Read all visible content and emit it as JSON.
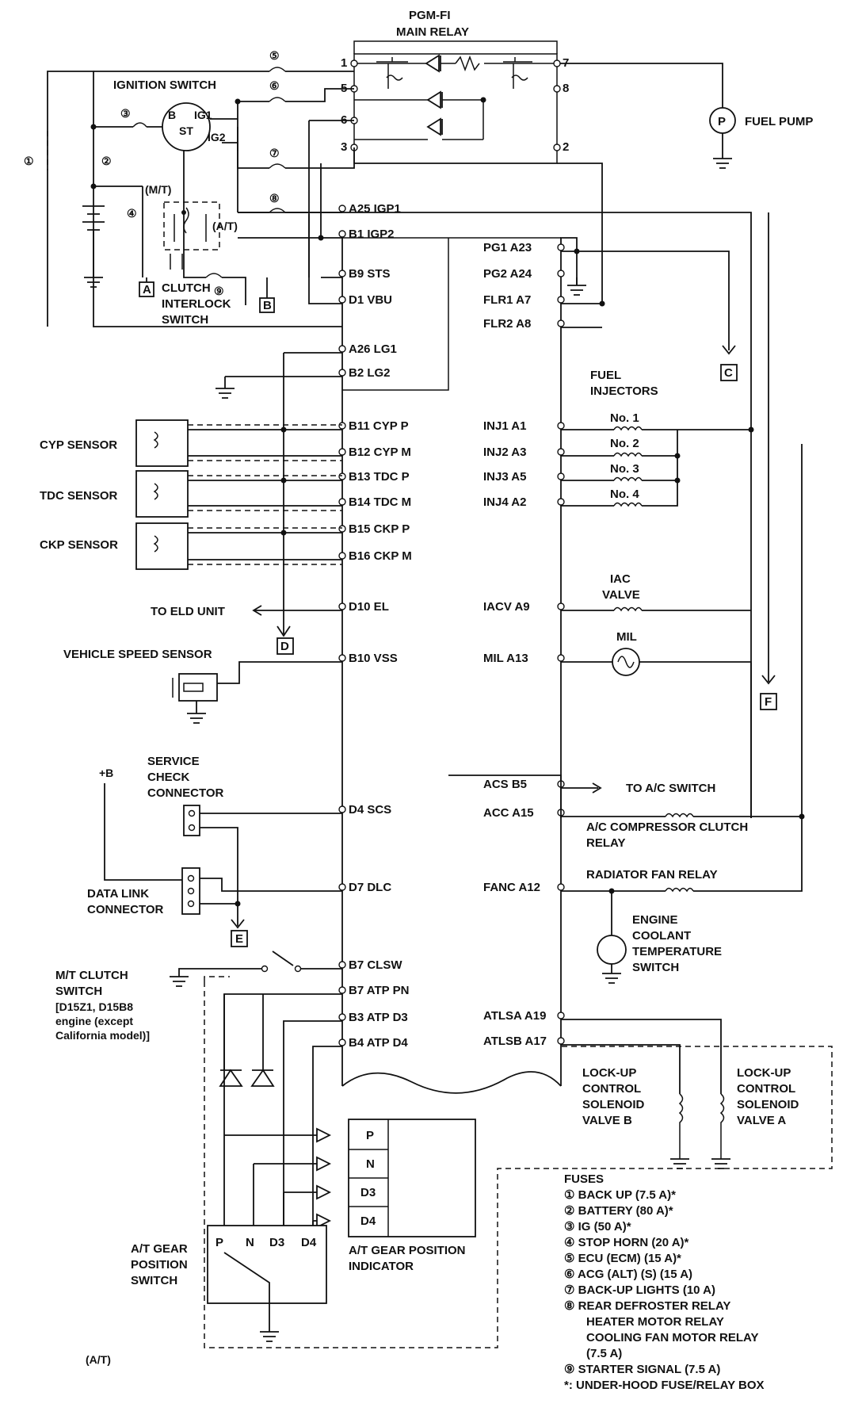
{
  "relay": {
    "title1": "PGM-FI",
    "title2": "MAIN RELAY",
    "pins": [
      "1",
      "5",
      "6",
      "3",
      "7",
      "8",
      "2"
    ]
  },
  "fuse_marks": [
    "①",
    "②",
    "③",
    "④",
    "⑤",
    "⑥",
    "⑦",
    "⑧",
    "⑨"
  ],
  "ignition": {
    "label": "IGNITION SWITCH",
    "b": "B",
    "ig1": "IG1",
    "st": "ST",
    "ig2": "IG2"
  },
  "transmission": {
    "mt": "(M/T)",
    "at": "(A/T)"
  },
  "clutch_interlock": [
    "CLUTCH",
    "INTERLOCK",
    "SWITCH"
  ],
  "connectors": {
    "a": "A",
    "b": "B",
    "c": "C",
    "d": "D",
    "e": "E",
    "f": "F"
  },
  "fuel_pump": {
    "letter": "P",
    "label": "FUEL PUMP"
  },
  "ecm_left": [
    "A25 IGP1",
    "B1 IGP2",
    "B9 STS",
    "D1 VBU",
    "A26 LG1",
    "B2 LG2",
    "B11 CYP P",
    "B12 CYP M",
    "B13 TDC P",
    "B14 TDC M",
    "B15 CKP P",
    "B16 CKP M",
    "D10 EL",
    "B10 VSS",
    "D4 SCS",
    "D7 DLC",
    "B7 CLSW",
    "B7 ATP PN",
    "B3 ATP D3",
    "B4 ATP D4"
  ],
  "ecm_right": [
    "PG1 A23",
    "PG2 A24",
    "FLR1 A7",
    "FLR2 A8",
    "INJ1 A1",
    "INJ2 A3",
    "INJ3 A5",
    "INJ4 A2",
    "IACV A9",
    "MIL A13",
    "ACS B5",
    "ACC A15",
    "FANC A12",
    "ATLSA A19",
    "ATLSB A17"
  ],
  "injectors": {
    "title1": "FUEL",
    "title2": "INJECTORS",
    "nums": [
      "No. 1",
      "No. 2",
      "No. 3",
      "No. 4"
    ]
  },
  "sensors": {
    "cyp": "CYP SENSOR",
    "tdc": "TDC SENSOR",
    "ckp": "CKP SENSOR",
    "vss": "VEHICLE SPEED SENSOR"
  },
  "eld": "TO ELD UNIT",
  "iac": [
    "IAC",
    "VALVE"
  ],
  "mil": "MIL",
  "ac_switch": "TO A/C SWITCH",
  "ac_relay": [
    "A/C COMPRESSOR CLUTCH",
    "RELAY"
  ],
  "service": [
    "SERVICE",
    "CHECK",
    "CONNECTOR"
  ],
  "plus_b": "+B",
  "dlc": [
    "DATA LINK",
    "CONNECTOR"
  ],
  "fan_relay": "RADIATOR FAN RELAY",
  "coolant": [
    "ENGINE",
    "COOLANT",
    "TEMPERATURE",
    "SWITCH"
  ],
  "mt_clutch": [
    "M/T CLUTCH",
    "SWITCH",
    "[D15Z1, D15B8",
    "engine (except",
    "California model)]"
  ],
  "lockup_b": [
    "LOCK-UP",
    "CONTROL",
    "SOLENOID",
    "VALVE B"
  ],
  "lockup_a": [
    "LOCK-UP",
    "CONTROL",
    "SOLENOID",
    "VALVE A"
  ],
  "gear_indicator": {
    "rows": [
      "P",
      "N",
      "D3",
      "D4"
    ],
    "label1": "A/T GEAR POSITION",
    "label2": "INDICATOR"
  },
  "gear_switch": {
    "label": [
      "A/T GEAR",
      "POSITION",
      "SWITCH"
    ],
    "pins": [
      "P",
      "N",
      "D3",
      "D4"
    ]
  },
  "at_note": "(A/T)",
  "fuses": {
    "title": "FUSES",
    "items": [
      "① BACK UP (7.5 A)*",
      "② BATTERY (80 A)*",
      "③ IG (50 A)*",
      "④ STOP HORN (20 A)*",
      "⑤ ECU (ECM) (15 A)*",
      "⑥ ACG (ALT) (S) (15 A)",
      "⑦ BACK-UP LIGHTS (10 A)",
      "⑧ REAR DEFROSTER RELAY",
      "HEATER MOTOR RELAY",
      "COOLING FAN MOTOR RELAY",
      "(7.5 A)",
      "⑨ STARTER SIGNAL (7.5 A)",
      "*: UNDER-HOOD FUSE/RELAY BOX"
    ]
  }
}
